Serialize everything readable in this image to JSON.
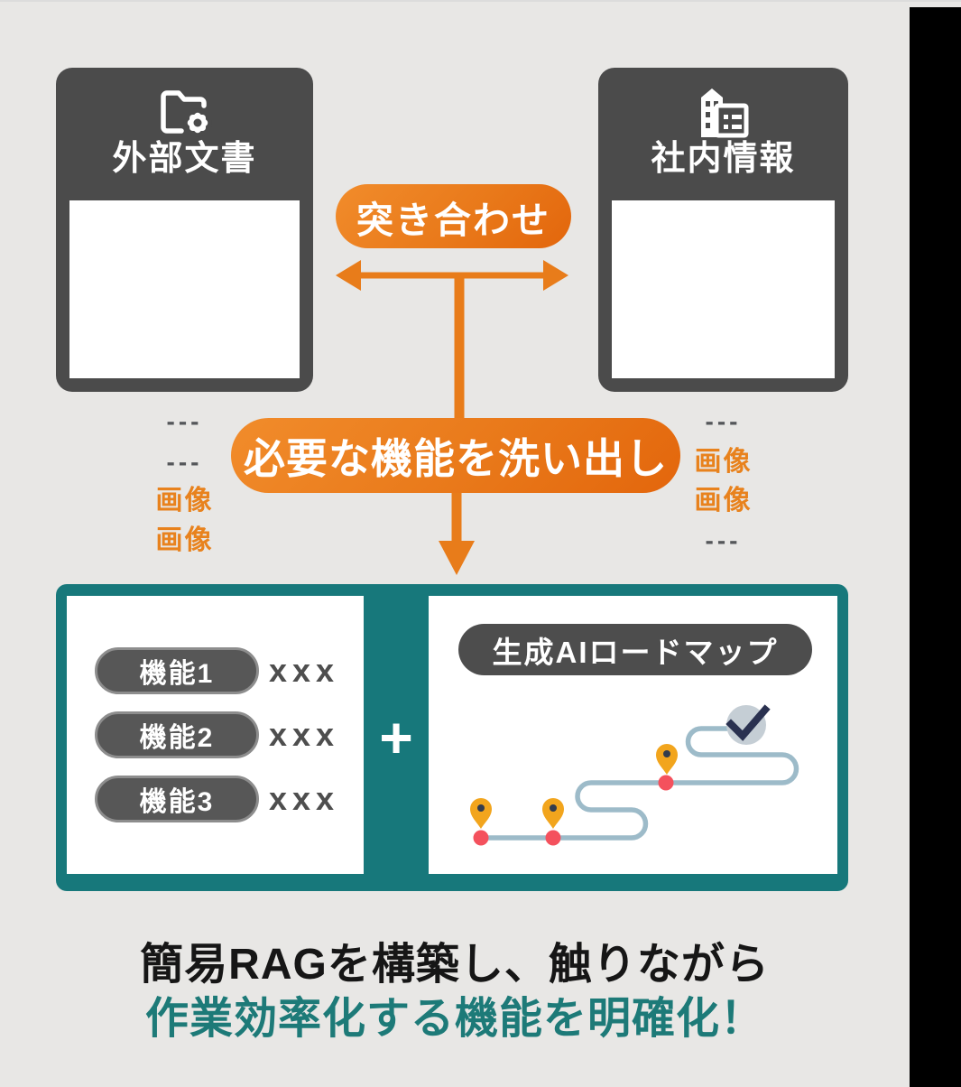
{
  "colors": {
    "background": "#e8e7e5",
    "side_strip": "#000000",
    "card_gray": "#4b4b4b",
    "orange": "#e87c1a",
    "orange_text": "#e8821d",
    "teal": "#17787b",
    "teal_text": "#1d7a78",
    "feature_pill_gray": "#575757",
    "roadmap_path_blue": "#9dbbc9",
    "pin_orange": "#f2a51d",
    "waypoint_red": "#f4515d",
    "check_navy": "#2a3150",
    "check_circle_gray": "#c5ced5"
  },
  "cards": [
    {
      "title": "外部文書",
      "icon": "folder-gear-icon",
      "rows": [
        {
          "text": "---",
          "type": "dash"
        },
        {
          "text": "---",
          "type": "dash"
        },
        {
          "text": "画像",
          "type": "image"
        },
        {
          "text": "画像",
          "type": "image"
        }
      ]
    },
    {
      "title": "社内情報",
      "icon": "office-building-icon",
      "rows": [
        {
          "text": "---",
          "type": "dash"
        },
        {
          "text": "画像",
          "type": "image"
        },
        {
          "text": "画像",
          "type": "image"
        },
        {
          "text": "---",
          "type": "dash"
        }
      ]
    }
  ],
  "labels": {
    "match": "突き合わせ",
    "extract": "必要な機能を洗い出し"
  },
  "result_box": {
    "features": [
      {
        "label": "機能1",
        "value": "xxx"
      },
      {
        "label": "機能2",
        "value": "xxx"
      },
      {
        "label": "機能3",
        "value": "xxx"
      }
    ],
    "plus_sign": "+",
    "roadmap_title": "生成AIロードマップ"
  },
  "caption": {
    "line1": "簡易RAGを構築し、触りながら",
    "line2": "作業効率化する機能を明確化！"
  }
}
